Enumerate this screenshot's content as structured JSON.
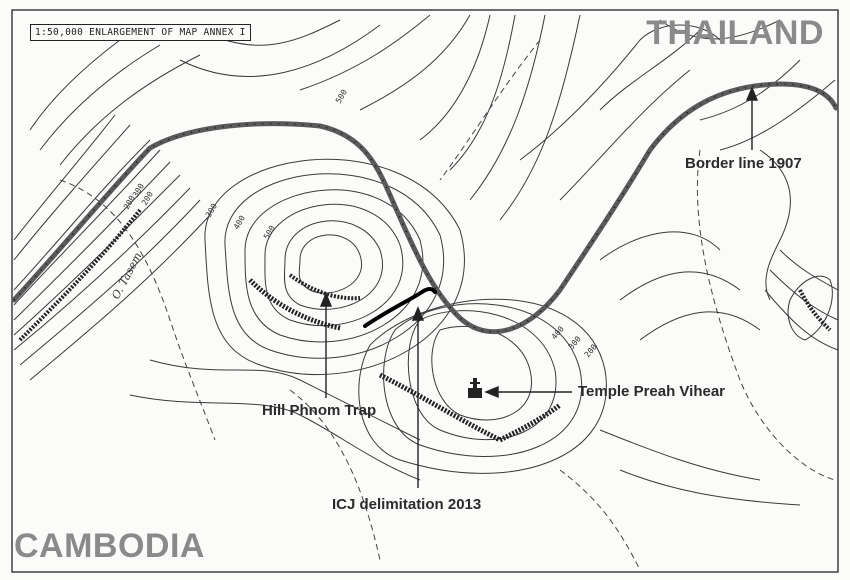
{
  "map": {
    "caption": "1:50,000 ENLARGEMENT OF MAP ANNEX I",
    "countries": {
      "north": "THAILAND",
      "south": "CAMBODIA"
    },
    "annotations": {
      "border": "Border line 1907",
      "hill": "Hill Phnom Trap",
      "temple": "Temple Preah Vihear",
      "icj": "ICJ delimitation 2013"
    },
    "stream": "O. Tasem",
    "contour_labels": [
      "500",
      "400",
      "300",
      "200",
      "500",
      "400",
      "300",
      "200",
      "300",
      "200"
    ],
    "colors": {
      "border_line": "#5a5a5a",
      "icj_line": "#000000",
      "contours": "#3a3a3a",
      "country_text": "#8a8a8a"
    }
  }
}
